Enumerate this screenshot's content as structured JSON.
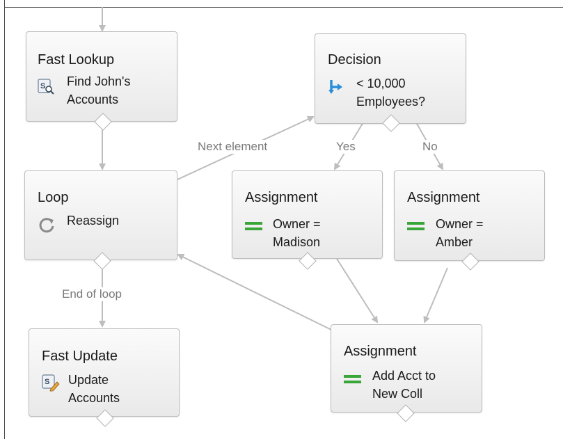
{
  "nodes": {
    "fast_lookup": {
      "type": "Fast Lookup",
      "detail": [
        "Find John's",
        "Accounts"
      ],
      "icon": "lookup-icon"
    },
    "decision": {
      "type": "Decision",
      "detail": [
        "< 10,000",
        "Employees?"
      ],
      "icon": "decision-icon"
    },
    "loop": {
      "type": "Loop",
      "detail": [
        "Reassign"
      ],
      "icon": "loop-icon"
    },
    "assign_madison": {
      "type": "Assignment",
      "detail": [
        "Owner =",
        "Madison"
      ],
      "icon": "assignment-icon"
    },
    "assign_amber": {
      "type": "Assignment",
      "detail": [
        "Owner =",
        "Amber"
      ],
      "icon": "assignment-icon"
    },
    "fast_update": {
      "type": "Fast Update",
      "detail": [
        "Update",
        "Accounts"
      ],
      "icon": "update-icon"
    },
    "assign_add": {
      "type": "Assignment",
      "detail": [
        "Add Acct to",
        "New Coll"
      ],
      "icon": "assignment-icon"
    }
  },
  "labels": {
    "next_element": "Next element",
    "yes": "Yes",
    "no": "No",
    "end_of_loop": "End of loop"
  },
  "colors": {
    "connector": "#bdbdbd",
    "decision_icon": "#2a8fd8",
    "assignment_icon": "#3aa63a",
    "label": "#7a7a7a"
  }
}
